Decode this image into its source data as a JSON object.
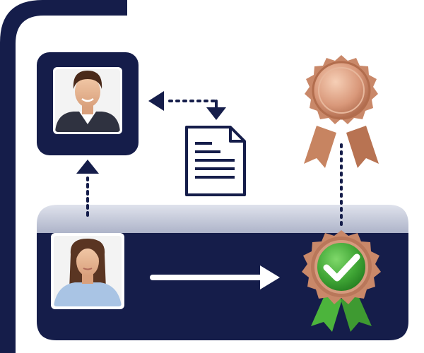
{
  "diagram": {
    "nodes": [
      {
        "id": "professional-person",
        "kind": "photo",
        "description_icon": "man-portrait-icon"
      },
      {
        "id": "document",
        "kind": "icon",
        "description_icon": "document-icon"
      },
      {
        "id": "bronze-award",
        "kind": "icon",
        "description_icon": "bronze-rosette-icon"
      },
      {
        "id": "employee-person",
        "kind": "photo",
        "description_icon": "woman-portrait-icon"
      },
      {
        "id": "verified-award",
        "kind": "icon",
        "description_icon": "verified-checkmark-rosette-icon"
      }
    ],
    "edges": [
      {
        "from": "employee-person",
        "to": "professional-person",
        "style": "dotted-arrow"
      },
      {
        "from": "professional-person",
        "to": "document",
        "style": "dotted-bidirectional-arrow"
      },
      {
        "from": "employee-person",
        "to": "verified-award",
        "style": "solid-arrow"
      },
      {
        "from": "bronze-award",
        "to": "verified-award",
        "style": "dotted-line"
      }
    ]
  },
  "colors": {
    "navy": "#151d4a",
    "band": "#c9cede",
    "bronze": "#cf8f6d",
    "bronze_dark": "#9a5a3c",
    "green": "#3fa535",
    "white": "#ffffff"
  }
}
